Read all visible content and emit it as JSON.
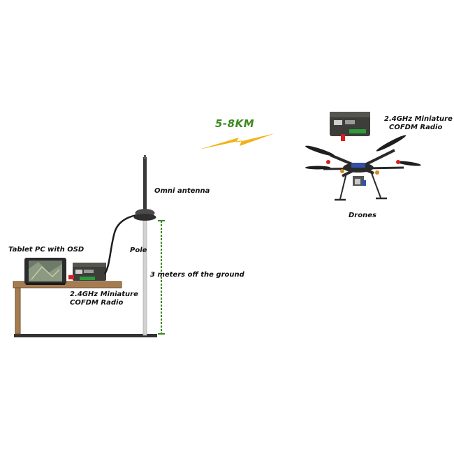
{
  "diagram": {
    "range_label": "5-8KM",
    "drone_radio_label_line1": "2.4GHz Miniature",
    "drone_radio_label_line2": "COFDM Radio",
    "drones_label": "Drones",
    "omni_antenna_label": "Omni antenna",
    "tablet_label": "Tablet PC with OSD",
    "pole_label": "Pole",
    "height_label": "3 meters off the ground",
    "ground_radio_label_line1": "2.4GHz Miniature",
    "ground_radio_label_line2": "COFDM Radio"
  },
  "colors": {
    "range_text": "#3a8a1e",
    "lightning": "#f2b21a",
    "height_marker": "#3a8a1e",
    "table_wood": "#a67b4f",
    "radio_body": "#3d3d3a",
    "radio_terminal": "#2e9a3a",
    "antenna_connector": "#d42020",
    "drone_frame": "#2a2a2a"
  }
}
